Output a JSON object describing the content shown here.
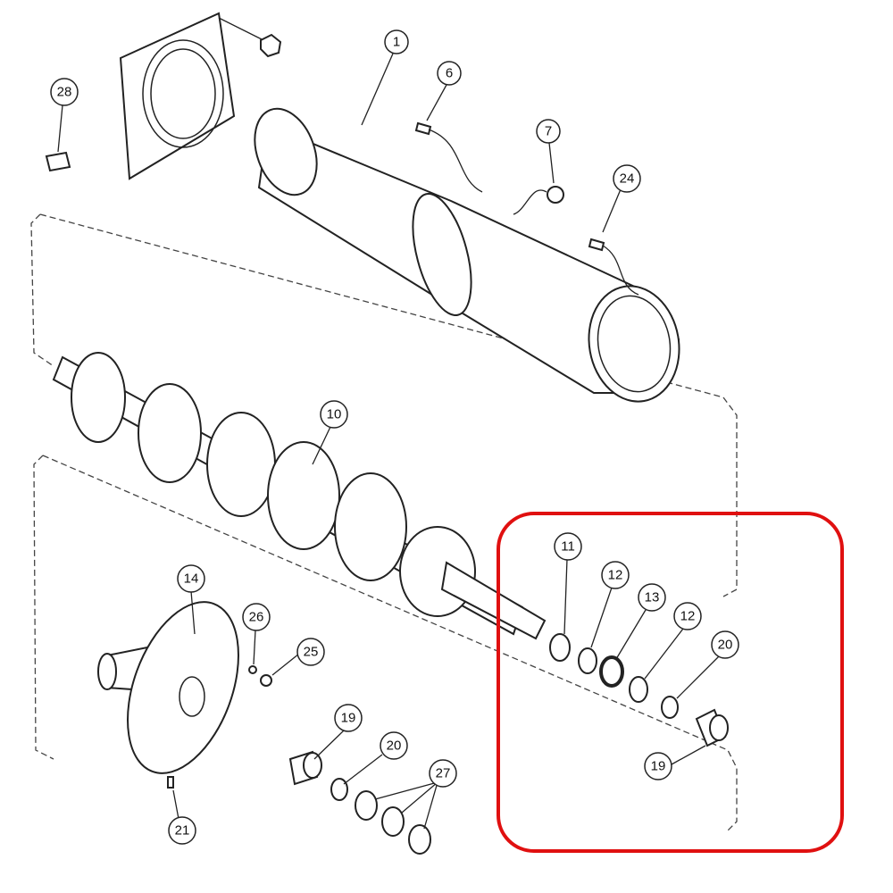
{
  "diagram": {
    "title": "Auger assembly exploded parts view",
    "highlight_color": "#e01010",
    "callouts": [
      {
        "id": "c1",
        "label": "1"
      },
      {
        "id": "c6",
        "label": "6"
      },
      {
        "id": "c7",
        "label": "7"
      },
      {
        "id": "c24",
        "label": "24"
      },
      {
        "id": "c28",
        "label": "28"
      },
      {
        "id": "c10",
        "label": "10"
      },
      {
        "id": "c14",
        "label": "14"
      },
      {
        "id": "c26",
        "label": "26"
      },
      {
        "id": "c25",
        "label": "25"
      },
      {
        "id": "c21",
        "label": "21"
      },
      {
        "id": "c19a",
        "label": "19"
      },
      {
        "id": "c20a",
        "label": "20"
      },
      {
        "id": "c27",
        "label": "27"
      },
      {
        "id": "c11",
        "label": "11"
      },
      {
        "id": "c12a",
        "label": "12"
      },
      {
        "id": "c13",
        "label": "13"
      },
      {
        "id": "c12b",
        "label": "12"
      },
      {
        "id": "c20b",
        "label": "20"
      },
      {
        "id": "c19b",
        "label": "19"
      }
    ]
  }
}
